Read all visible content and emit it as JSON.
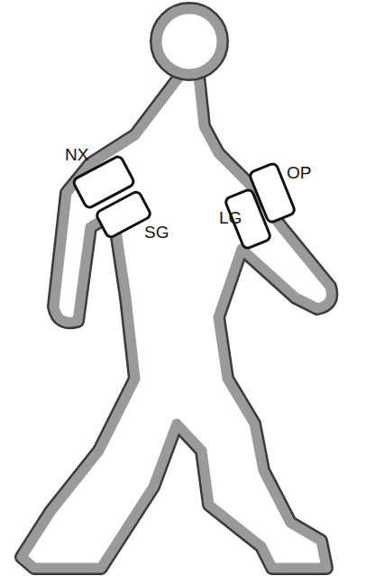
{
  "diagram": {
    "labels": [
      "NX",
      "SG",
      "LG",
      "OP"
    ]
  }
}
